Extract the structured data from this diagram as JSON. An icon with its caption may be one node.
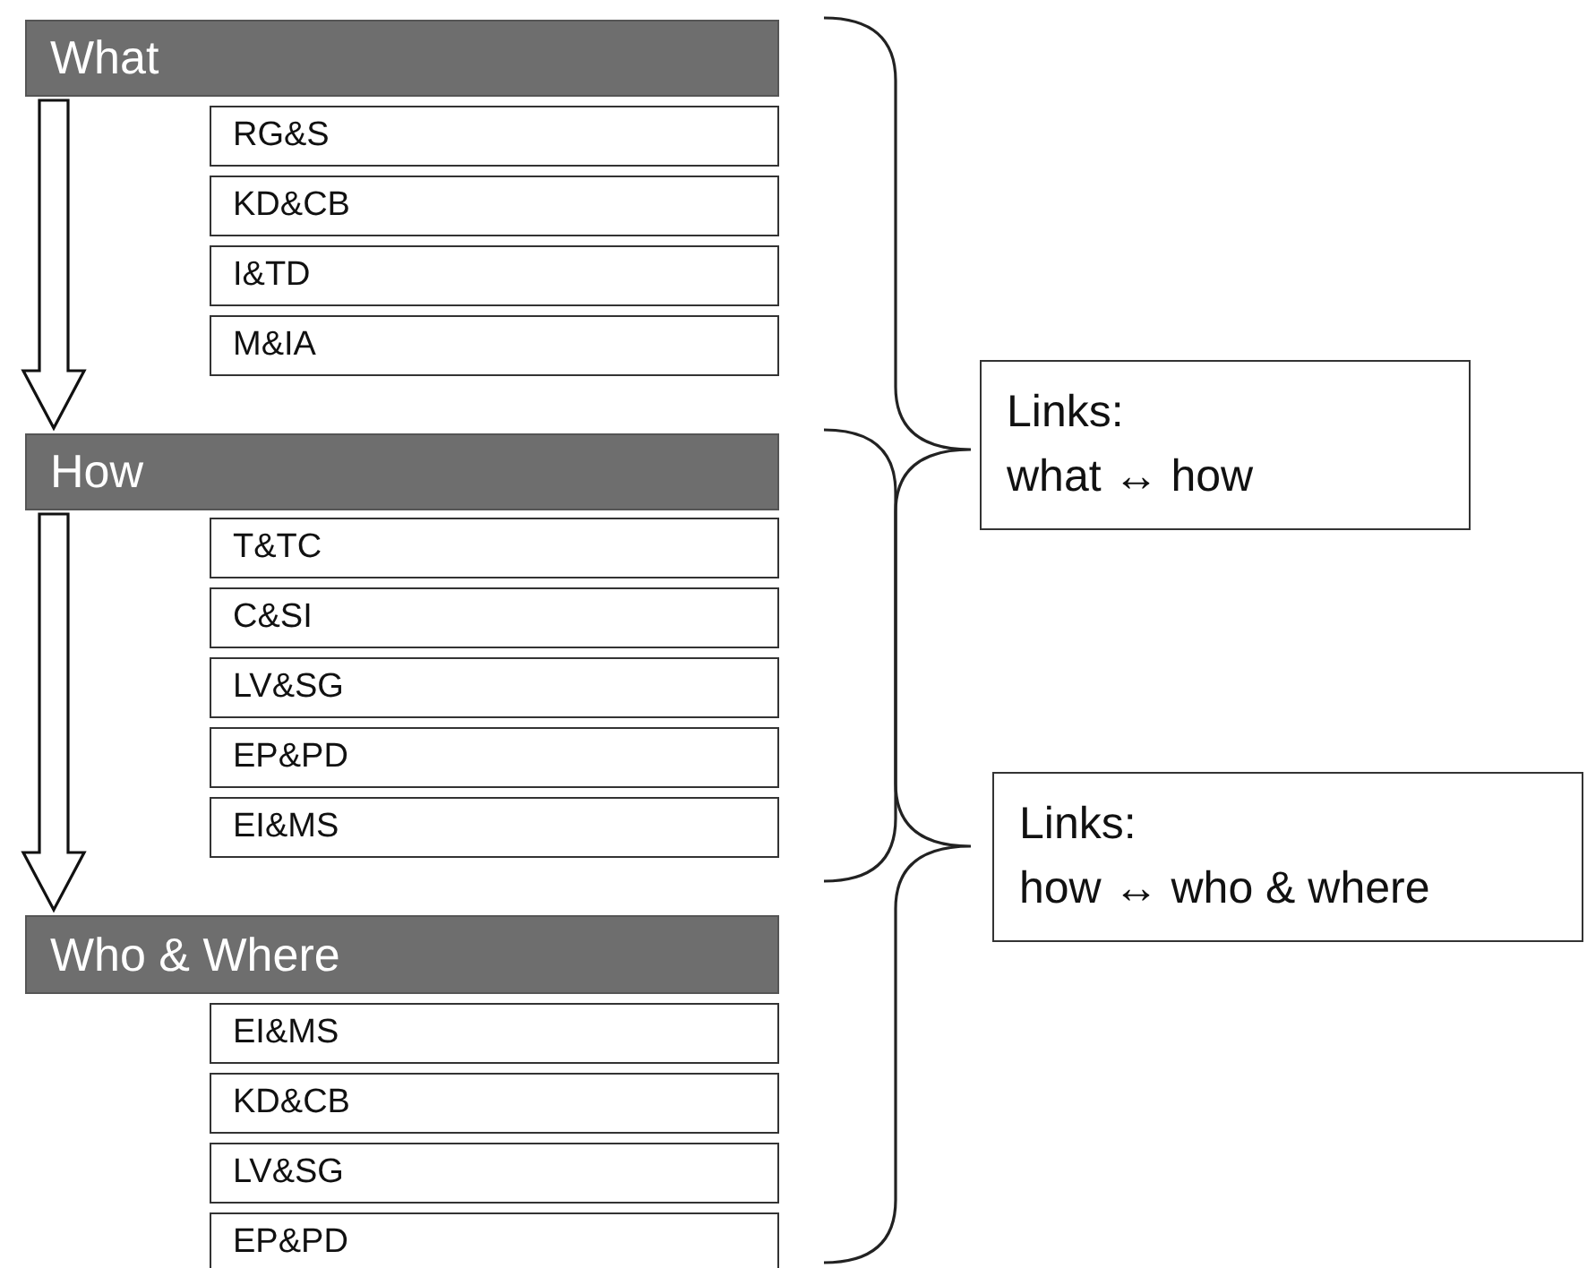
{
  "diagram": {
    "nodes": [
      {
        "text": [
          "What"
        ]
      },
      {
        "text": [
          "RG&S"
        ]
      },
      {
        "text": [
          "KD&CB"
        ]
      },
      {
        "text": [
          "I&TD"
        ]
      },
      {
        "text": [
          "M&IA"
        ]
      },
      {
        "text": [
          "How"
        ]
      },
      {
        "text": [
          "T&TC"
        ]
      },
      {
        "text": [
          "C&SI"
        ]
      },
      {
        "text": [
          "LV&SG"
        ]
      },
      {
        "text": [
          "EP&PD"
        ]
      },
      {
        "text": [
          "EI&MS"
        ]
      },
      {
        "text": [
          "Who & Where"
        ]
      },
      {
        "text": [
          "EI&MS"
        ]
      },
      {
        "text": [
          "KD&CB"
        ]
      },
      {
        "text": [
          "LV&SG"
        ]
      },
      {
        "text": [
          "EP&PD"
        ]
      },
      {
        "text": [
          "Links:",
          "what ↔ how"
        ]
      },
      {
        "text": [
          "Links:",
          "how ↔ who & where"
        ]
      }
    ],
    "edges": [
      {
        "from": 0,
        "to": 5,
        "arrow": "to"
      },
      {
        "from": 5,
        "to": 11,
        "arrow": "to"
      }
    ]
  }
}
